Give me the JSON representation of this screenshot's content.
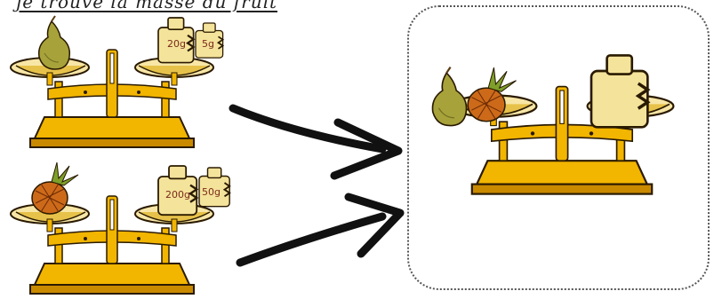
{
  "title": "je trouve la masse du fruit",
  "scales": [
    {
      "fruit": "pear",
      "weights": [
        "20g",
        "5g"
      ]
    },
    {
      "fruit": "pineapple",
      "weights": [
        "200g",
        "50g"
      ]
    },
    {
      "fruit": "pear-and-pineapple",
      "weights": []
    }
  ],
  "colors": {
    "gold": "#f2b500",
    "gold_dark": "#c98a00",
    "pan": "#f7e6a6",
    "weight": "#f4e39a",
    "stroke": "#2a1a00"
  }
}
